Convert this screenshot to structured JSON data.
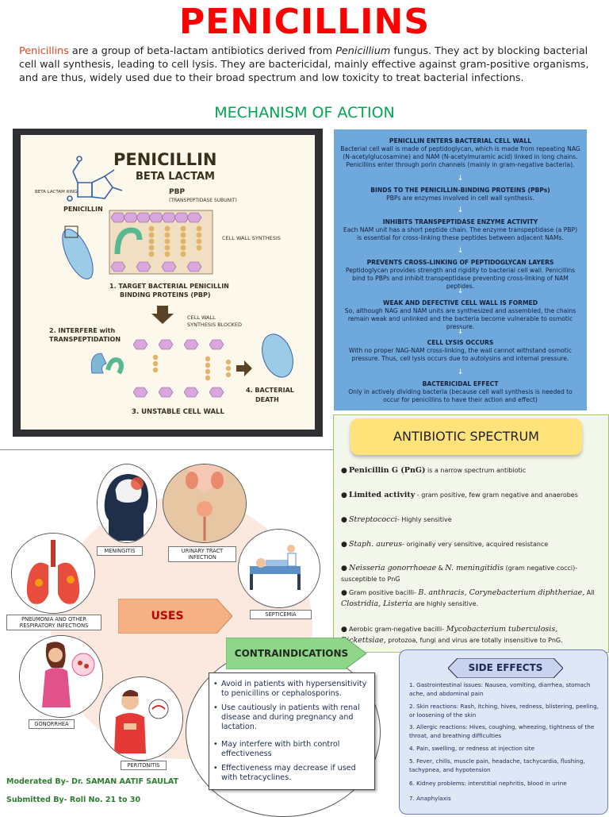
{
  "title": "PENICILLINS",
  "intro": {
    "lead": "Penicillins",
    "text1": " are a group of beta-lactam antibiotics derived from ",
    "italic": "Penicillium",
    "text2": " fungus. They act by blocking bacterial cell wall synthesis, leading to cell lysis. They are bactericidal, mainly effective against gram-positive organisms, and are thus, widely used due to their broad spectrum and low toxicity to treat bacterial infections."
  },
  "moa_heading": "MECHANISM OF ACTION",
  "diagram": {
    "title": "PENICILLIN",
    "subtitle": "BETA LACTAM",
    "ring_label": "BETA LACTAM RING",
    "penicillin_label": "PENICILLIN",
    "pbp_label": "PBP",
    "pbp_sub": "(TRANSPEPTIDASE SUBUNIT)",
    "wall_label": "CELL WALL SYNTHESIS",
    "step1": "1. TARGET BACTERIAL PENICILLIN",
    "step1b": "BINDING PROTEINS (PBP)",
    "step2": "2. INTERFERE with",
    "step2b": "TRANSPEPTIDATION",
    "blocked": "CELL WALL",
    "blocked2": "SYNTHESIS BLOCKED",
    "step3": "3. UNSTABLE CELL WALL",
    "step4": "4. BACTERIAL",
    "step4b": "DEATH"
  },
  "mechanism": [
    {
      "heading": "PENICLLIN ENTERS BACTERIAL CELL WALL",
      "body": "Bacterial cell wall is made of peptidoglycan, which is made from repeating NAG (N-acetylglucosamine) and NAM (N-acetylmuramic acid) linked in long chains. Penicillins enter through porin channels (mainly in gram-negative bacteria)."
    },
    {
      "heading": "BINDS TO THE PENICILLIN-BINDING PROTEINS (PBPs)",
      "body": "PBPs are enzymes involved in cell wall synthesis."
    },
    {
      "heading": "INHIBITS TRANSPEPTIDASE ENZYME ACTIVITY",
      "body": "Each NAM unit has a short peptide chain. The enzyme transpeptidase (a PBP)  is essential for cross-linking these peptides between adjacent NAMs."
    },
    {
      "heading": "PREVENTS CROSS-LINKING OF PEPTIDOGLYCAN LAYERS",
      "body": "Peptidoglycan provides strength and rigidity to bacterial cell wall. Penicillins bind to PBPs and inhibit transpeptidase preventing cross-linking of NAM peptides."
    },
    {
      "heading": "WEAK AND DEFECTIVE CELL WALL IS FORMED",
      "body": "So, although NAG and NAM units are synthesized and assembled, the chains remain weak and unlinked and the bacteria become vulnerable to osmotic pressure."
    },
    {
      "heading": "CELL LYSIS OCCURS",
      "body": "With no proper NAG-NAM cross-linking, the wall cannot withstand osmotic pressure. Thus, cell lysis occurs due to autolysins and internal pressure."
    },
    {
      "heading": "BACTERICIDAL EFFECT",
      "body": "Only in actively dividing bacteria (because cell wall synthesis is needed to occur for penicillins to have their action and effect)"
    }
  ],
  "spectrum": {
    "heading": "ANTIBIOTIC SPECTRUM",
    "items": [
      {
        "strong": "Penicillin G (PnG)",
        "rest": " is a narrow spectrum antibiotic"
      },
      {
        "strong": "Limited activity",
        "rest": " - gram positive, few gram negative and anaerobes"
      },
      {
        "em": "Streptococci",
        "rest": "- Highly sensitive"
      },
      {
        "em": "Staph. aureus",
        "rest": "- originally very sensitive, acquired resistance"
      },
      {
        "em": "Neisseria gonorrhoeae",
        "mid": " & ",
        "em2": "N. meningitidis",
        "rest": " (gram negative cocci)- susceptible to PnG"
      },
      {
        "pre": "Gram positive bacilli- ",
        "em": "B. anthracis, Corynebacterium diphtheriae,",
        "mid": " All ",
        "em2": "Clostridia, Listeria",
        "rest": " are highly sensitive."
      },
      {
        "pre": "Aerobic gram-negative bacilli- ",
        "em": "Mycobacterium tuberculosis, Rickettsiae,",
        "rest": " protozoa, fungi and virus are totally insensitive to PnG."
      }
    ]
  },
  "uses": {
    "center": "USES",
    "labels": {
      "meningitis": "MENINGITIS",
      "uti": "URINARY TRACT INFECTION",
      "pneumonia": "PNEUMONIA AND OTHER RESPIRATORY INFECTIONS",
      "septicemia": "SEPTICEMIA",
      "gonorrhea": "GONORRHEA",
      "peritonitis": "PERITONITIS"
    }
  },
  "contraindications": {
    "heading": "CONTRAINDICATIONS",
    "items": [
      "Avoid in patients with hypersensitivity to penicillins or cephalosporins.",
      "Use cautiously in patients with renal disease and during pregnancy and lactation.",
      "May interfere with birth control effectiveness",
      "Effectiveness may decrease if used with tetracyclines."
    ]
  },
  "side_effects": {
    "heading": "SIDE EFFECTS",
    "items": [
      "1. Gastrointestinal issues: Nausea, vomiting, diarrhea, stomach ache, and abdominal pain",
      "2. Skin reactions: Rash, itching, hives, redness, blistering, peeling, or loosening of the skin",
      "3. Allergic reactions: Hives, coughing, wheezing, tightness of the throat, and breathing difficulties",
      "4. Pain, swelling, or redness at injection site",
      "5. Fever, chills, muscle pain, headache, tachycardia, flushing, tachypnea, and hypotension",
      "6. Kidney problems: interstitial nephritis, blood in urine",
      "7. Anaphylaxis"
    ]
  },
  "footer": {
    "moderated": "Moderated By- Dr. SAMAN AATIF SAULAT",
    "submitted": "Submitted By- Roll No. 21 to 30"
  },
  "colors": {
    "title": "#ff0000",
    "heading_green": "#00a651",
    "mechanism_blue": "#6fa8dc",
    "spectrum_yellow": "#ffe27a",
    "contra_green": "#8fd68a",
    "side_effect_bg": "#dfe6f5",
    "uses_arrow": "#f5b183"
  }
}
